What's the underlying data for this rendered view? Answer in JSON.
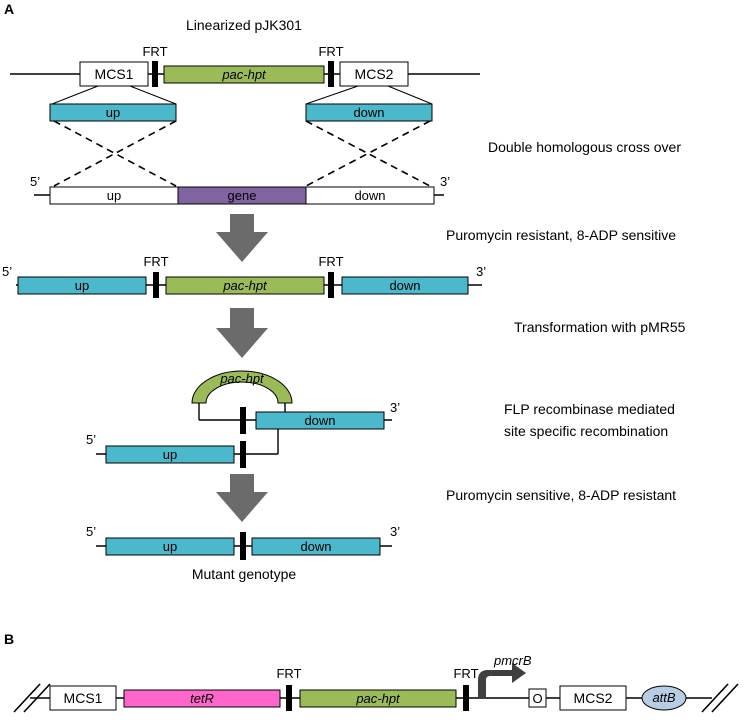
{
  "panel_a": {
    "letter": "A",
    "plasmid_title": "Linearized pJK301",
    "frt": "FRT",
    "mcs1": "MCS1",
    "mcs2": "MCS2",
    "pac_hpt": "pac-hpt",
    "up": "up",
    "down": "down",
    "gene": "gene",
    "five_prime": "5’",
    "three_prime": "3’",
    "step1": "Double homologous cross over",
    "step2": "Puromycin resistant, 8-ADP sensitive",
    "step3": "Transformation with pMR55",
    "step4_line1": "FLP recombinase mediated",
    "step4_line2": "site specific recombination",
    "step5": "Puromycin sensitive, 8-ADP resistant",
    "mutant": "Mutant genotype"
  },
  "panel_b": {
    "letter": "B",
    "mcs1": "MCS1",
    "tetR": "tetR",
    "frt": "FRT",
    "pac_hpt": "pac-hpt",
    "pmcrB": "pmcrB",
    "operator": "O",
    "mcs2": "MCS2",
    "attB": "attB"
  },
  "colors": {
    "blue": "#4bb8cc",
    "green": "#9bbb59",
    "purple": "#8064a2",
    "pink": "#ff66cc",
    "arrow_gray": "#6b6b6b",
    "attb_fill": "#b8cce4",
    "frt_bar": "#000000"
  }
}
